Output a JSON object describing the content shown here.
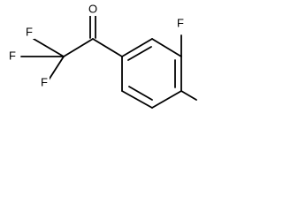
{
  "molecule": {
    "atoms": {
      "carbonyl_oxygen": "O",
      "fluorine_top": "F",
      "fluorine_left": "F",
      "fluorine_bottom": "F",
      "fluorine_ring": "F"
    }
  }
}
